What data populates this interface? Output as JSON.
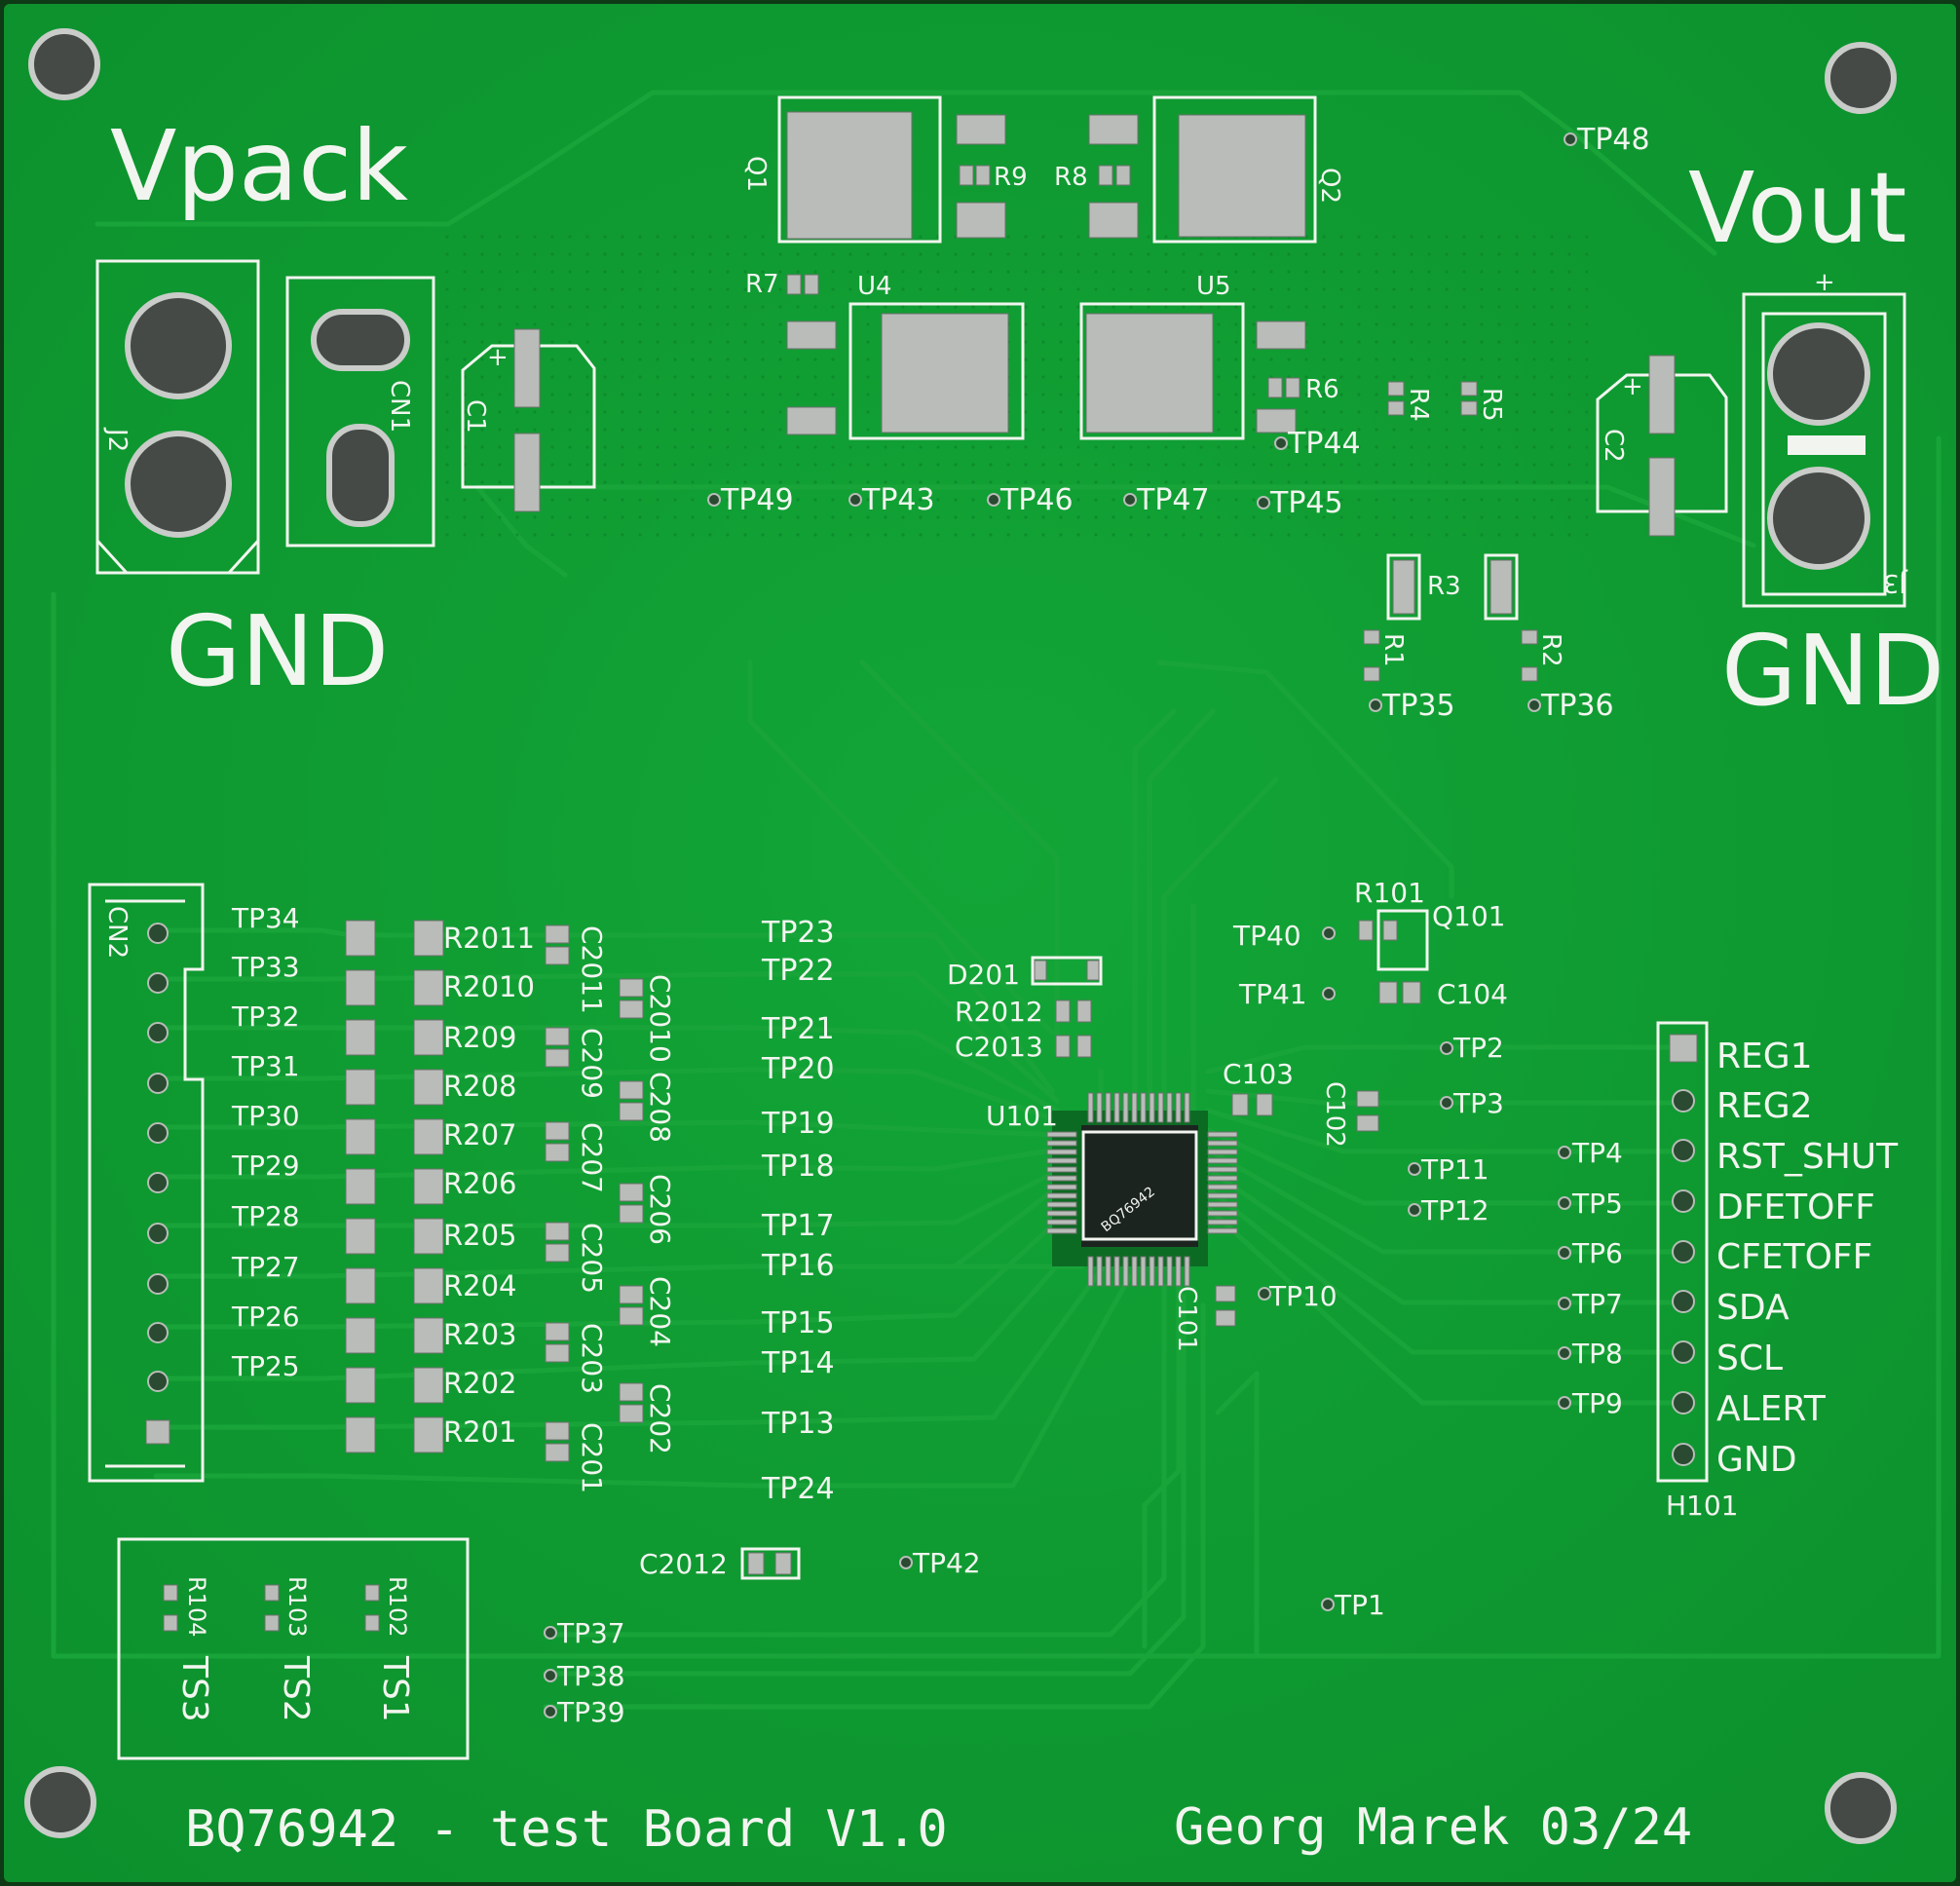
{
  "title": "BQ76942 - test Board V1.0",
  "author_date": "Georg Marek 03/24",
  "big_labels": {
    "vpack": "Vpack",
    "vout": "Vout",
    "gnd_left": "GND",
    "gnd_right": "GND"
  },
  "connectors": {
    "j2": "J2",
    "cn1": "CN1",
    "j3": "J3",
    "cn2": "CN2",
    "plus": "+"
  },
  "power_parts": {
    "q1": "Q1",
    "q2": "Q2",
    "u4": "U4",
    "u5": "U5",
    "c1": "C1",
    "c2": "C2",
    "r1": "R1",
    "r2": "R2",
    "r3": "R3",
    "r4": "R4",
    "r5": "R5",
    "r6": "R6",
    "r7": "R7",
    "r8": "R8",
    "r9": "R9"
  },
  "test_points_top": [
    "TP49",
    "TP43",
    "TP46",
    "TP47",
    "TP45",
    "TP44",
    "TP48",
    "TP35",
    "TP36"
  ],
  "cell_test_points": [
    "TP34",
    "TP33",
    "TP32",
    "TP31",
    "TP30",
    "TP29",
    "TP28",
    "TP27",
    "TP26",
    "TP25"
  ],
  "cell_resistors": [
    "R2011",
    "R2010",
    "R209",
    "R208",
    "R207",
    "R206",
    "R205",
    "R204",
    "R203",
    "R202",
    "R201"
  ],
  "cell_caps_a": [
    "C2011",
    "C209",
    "C207",
    "C205",
    "C203",
    "C201"
  ],
  "cell_caps_b": [
    "C2010",
    "C208",
    "C206",
    "C204",
    "C202"
  ],
  "mid_test_points": [
    "TP23",
    "TP22",
    "TP21",
    "TP20",
    "TP19",
    "TP18",
    "TP17",
    "TP16",
    "TP15",
    "TP14",
    "TP13",
    "TP24"
  ],
  "ic_area": {
    "d201": "D201",
    "r2012": "R2012",
    "c2013": "C2013",
    "u101": "U101",
    "c103": "C103",
    "c102": "C102",
    "c101": "C101",
    "c104": "C104",
    "r101": "R101",
    "q101": "Q101",
    "tp40": "TP40",
    "tp41": "TP41",
    "tp10": "TP10",
    "tp11": "TP11",
    "tp12": "TP12",
    "tp2": "TP2",
    "tp3": "TP3",
    "tp1": "TP1",
    "c2012": "C2012",
    "tp42": "TP42",
    "chip_marking": "BQ76942"
  },
  "header": {
    "name": "H101",
    "test_points": [
      "",
      "",
      "TP4",
      "TP5",
      "TP6",
      "TP7",
      "TP8",
      "TP9",
      ""
    ],
    "pins": [
      "REG1",
      "REG2",
      "RST_SHUT",
      "DFETOFF",
      "CFETOFF",
      "SDA",
      "SCL",
      "ALERT",
      "GND"
    ]
  },
  "thermistors": {
    "labels": [
      "TS3",
      "TS2",
      "TS1"
    ],
    "resistors": [
      "R104",
      "R103",
      "R102"
    ],
    "test_points": [
      "TP37",
      "TP38",
      "TP39"
    ]
  },
  "colors": {
    "board": "#0fa133",
    "silkscreen": "#f2f5ef",
    "pad": "#b9bcb8"
  }
}
